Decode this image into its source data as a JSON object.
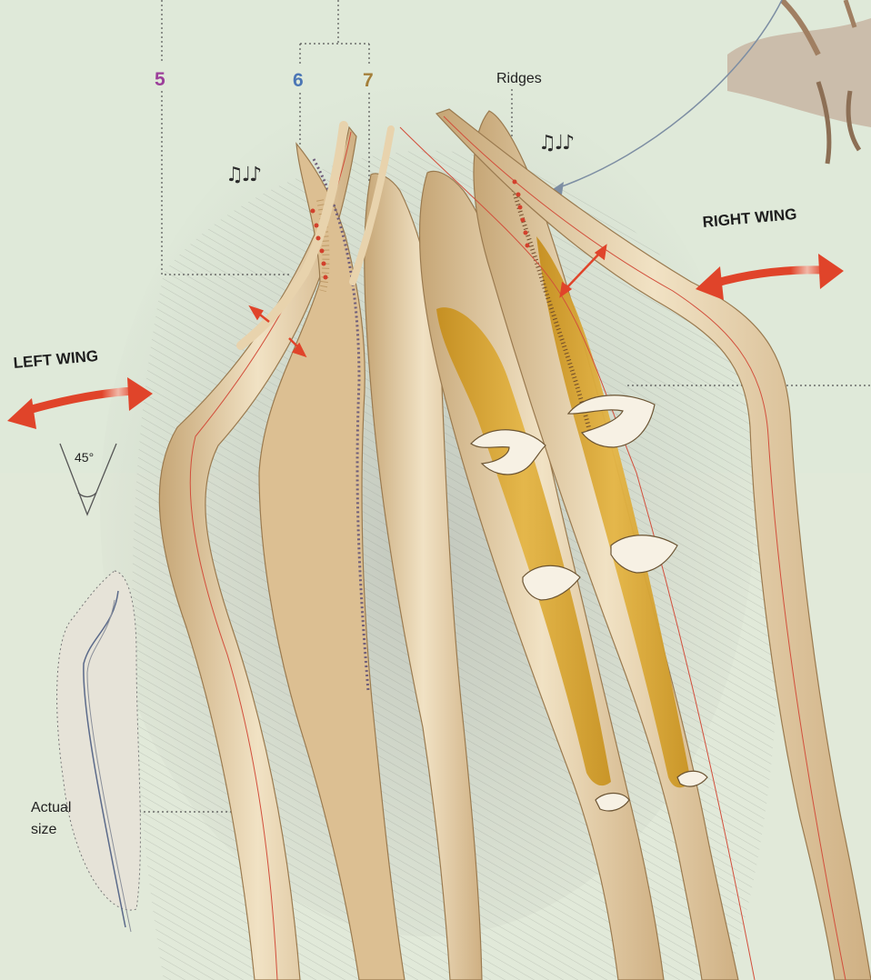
{
  "labels": {
    "feather_5": "5",
    "feather_6": "6",
    "feather_7": "7",
    "ridges": "Ridges",
    "right_wing": "RIGHT WING",
    "left_wing": "LEFT WING",
    "angle": "45°",
    "actual_size_line1": "Actual",
    "actual_size_line2": "size",
    "music_notes": "♫♩♪"
  },
  "colors": {
    "background": "#dfe9d9",
    "shaft_cream": "#ecd8b4",
    "shaft_shadow": "#c9aa7a",
    "vane_gold": "#d9a630",
    "arrow_red": "#e0442a",
    "label_5": "#9c3f9a",
    "label_6": "#4b76b5",
    "label_7": "#a47f3a",
    "dotted_line": "#555555"
  },
  "icons": [
    "music-notes-icon",
    "double-arrow-icon",
    "angle-icon"
  ]
}
